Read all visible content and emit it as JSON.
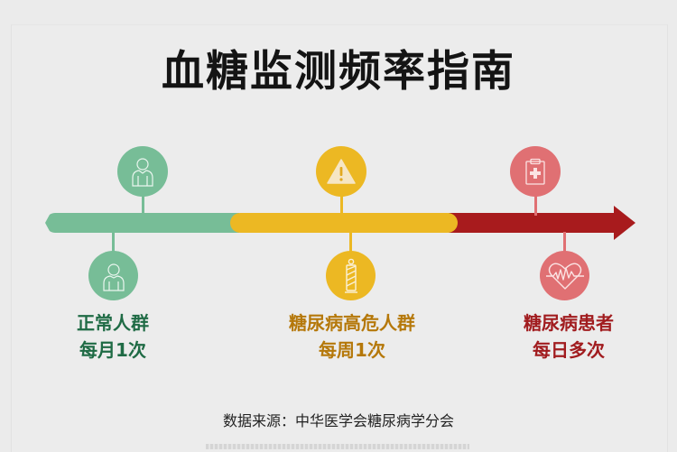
{
  "title": "血糖监测频率指南",
  "colors": {
    "green": "#77bd97",
    "yellow": "#ecb823",
    "red": "#a81b1d",
    "red_node": "#e07073",
    "green_text": "#1f6b45",
    "yellow_text": "#b5780a",
    "red_text": "#a11c1f"
  },
  "groups": [
    {
      "name": "正常人群",
      "frequency": "每月1次",
      "top_icon": "person-icon",
      "bottom_icon": "person-icon"
    },
    {
      "name": "糖尿病高危人群",
      "frequency": "每周1次",
      "top_icon": "warning-triangle-icon",
      "bottom_icon": "glucose-test-strip-icon"
    },
    {
      "name": "糖尿病患者",
      "frequency": "每日多次",
      "top_icon": "medical-clipboard-icon",
      "bottom_icon": "heartbeat-icon"
    }
  ],
  "source": "数据来源：中华医学会糖尿病学分会"
}
